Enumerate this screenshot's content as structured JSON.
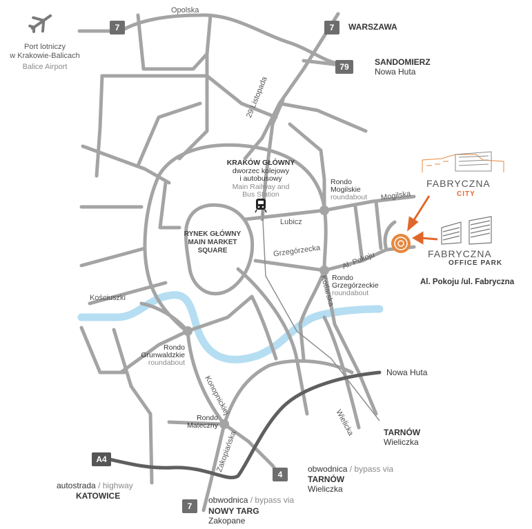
{
  "airport": {
    "line1": "Port lotniczy",
    "line2": "w Krakowie-Balicach",
    "line3": "Balice Airport",
    "icon": "airplane-icon"
  },
  "roads": {
    "opolska": "Opolska",
    "listopada": "29 Listopada",
    "lubicz": "Lubicz",
    "mogilska": "Mogilska",
    "grzegorzecka": "Grzegórzecka",
    "al_pokoju": "Al. Pokoju",
    "kotlarska": "Kotlarska",
    "kosciuszki": "Kościuszki",
    "konopnickiej": "Konopnickiej",
    "zakopianska": "Zakopiańska",
    "wielicka": "Wielicka"
  },
  "badges": {
    "b7_top": "7",
    "b7_warszawa": "7",
    "b79": "79",
    "a4": "A4",
    "b4": "4",
    "b7_bottom": "7"
  },
  "destinations": {
    "warszawa": "WARSZAWA",
    "sandomierz": "SANDOMIERZ",
    "nowa_huta_top": "Nowa Huta",
    "nowa_huta_right": "Nowa Huta",
    "tarnow": "TARNÓW",
    "wieliczka": "Wieliczka",
    "katowice": "KATOWICE",
    "autostrada": "autostrada",
    "highway": "highway",
    "obwodnica_1": "obwodnica",
    "bypass_1": "bypass via",
    "tarnow_2": "TARNÓW",
    "wieliczka_2": "Wieliczka",
    "obwodnica_2": "obwodnica",
    "bypass_2": "bypass via",
    "nowy_targ": "NOWY TARG",
    "zakopane": "Zakopane",
    "slash": "/"
  },
  "places": {
    "krakow_glowny": "KRAKÓW GŁÓWNY",
    "dworzec_1": "dworzec kolejowy",
    "dworzec_2": "i autobusowy",
    "station_1": "Main Railway and",
    "station_2": "Bus Station",
    "rynek_1": "RYNEK GŁÓWNY",
    "rynek_2": "MAIN MARKET",
    "rynek_3": "SQUARE",
    "rondo_mog_1": "Rondo",
    "rondo_mog_2": "Mogilskie",
    "rondo_mog_3": "roundabout",
    "rondo_grz_1": "Rondo",
    "rondo_grz_2": "Grzegórzeckie",
    "rondo_grz_3": "roundabout",
    "rondo_gru_1": "Rondo",
    "rondo_gru_2": "Grunwaldzkie",
    "rondo_gru_3": "roundabout",
    "rondo_mat_1": "Rondo",
    "rondo_mat_2": "Mateczny"
  },
  "fabryczna": {
    "city_name": "FABRYCZNA",
    "city_sub": "CITY",
    "park_name": "FABRYCZNA",
    "park_sub": "OFFICE PARK",
    "address": "Al. Pokoju /ul. Fabryczna"
  },
  "colors": {
    "road": "#9e9e9e",
    "highway": "#5f5f5f",
    "river": "#b5def2",
    "accent": "#e0672b",
    "text": "#333333",
    "muted": "#8a8a8a"
  }
}
